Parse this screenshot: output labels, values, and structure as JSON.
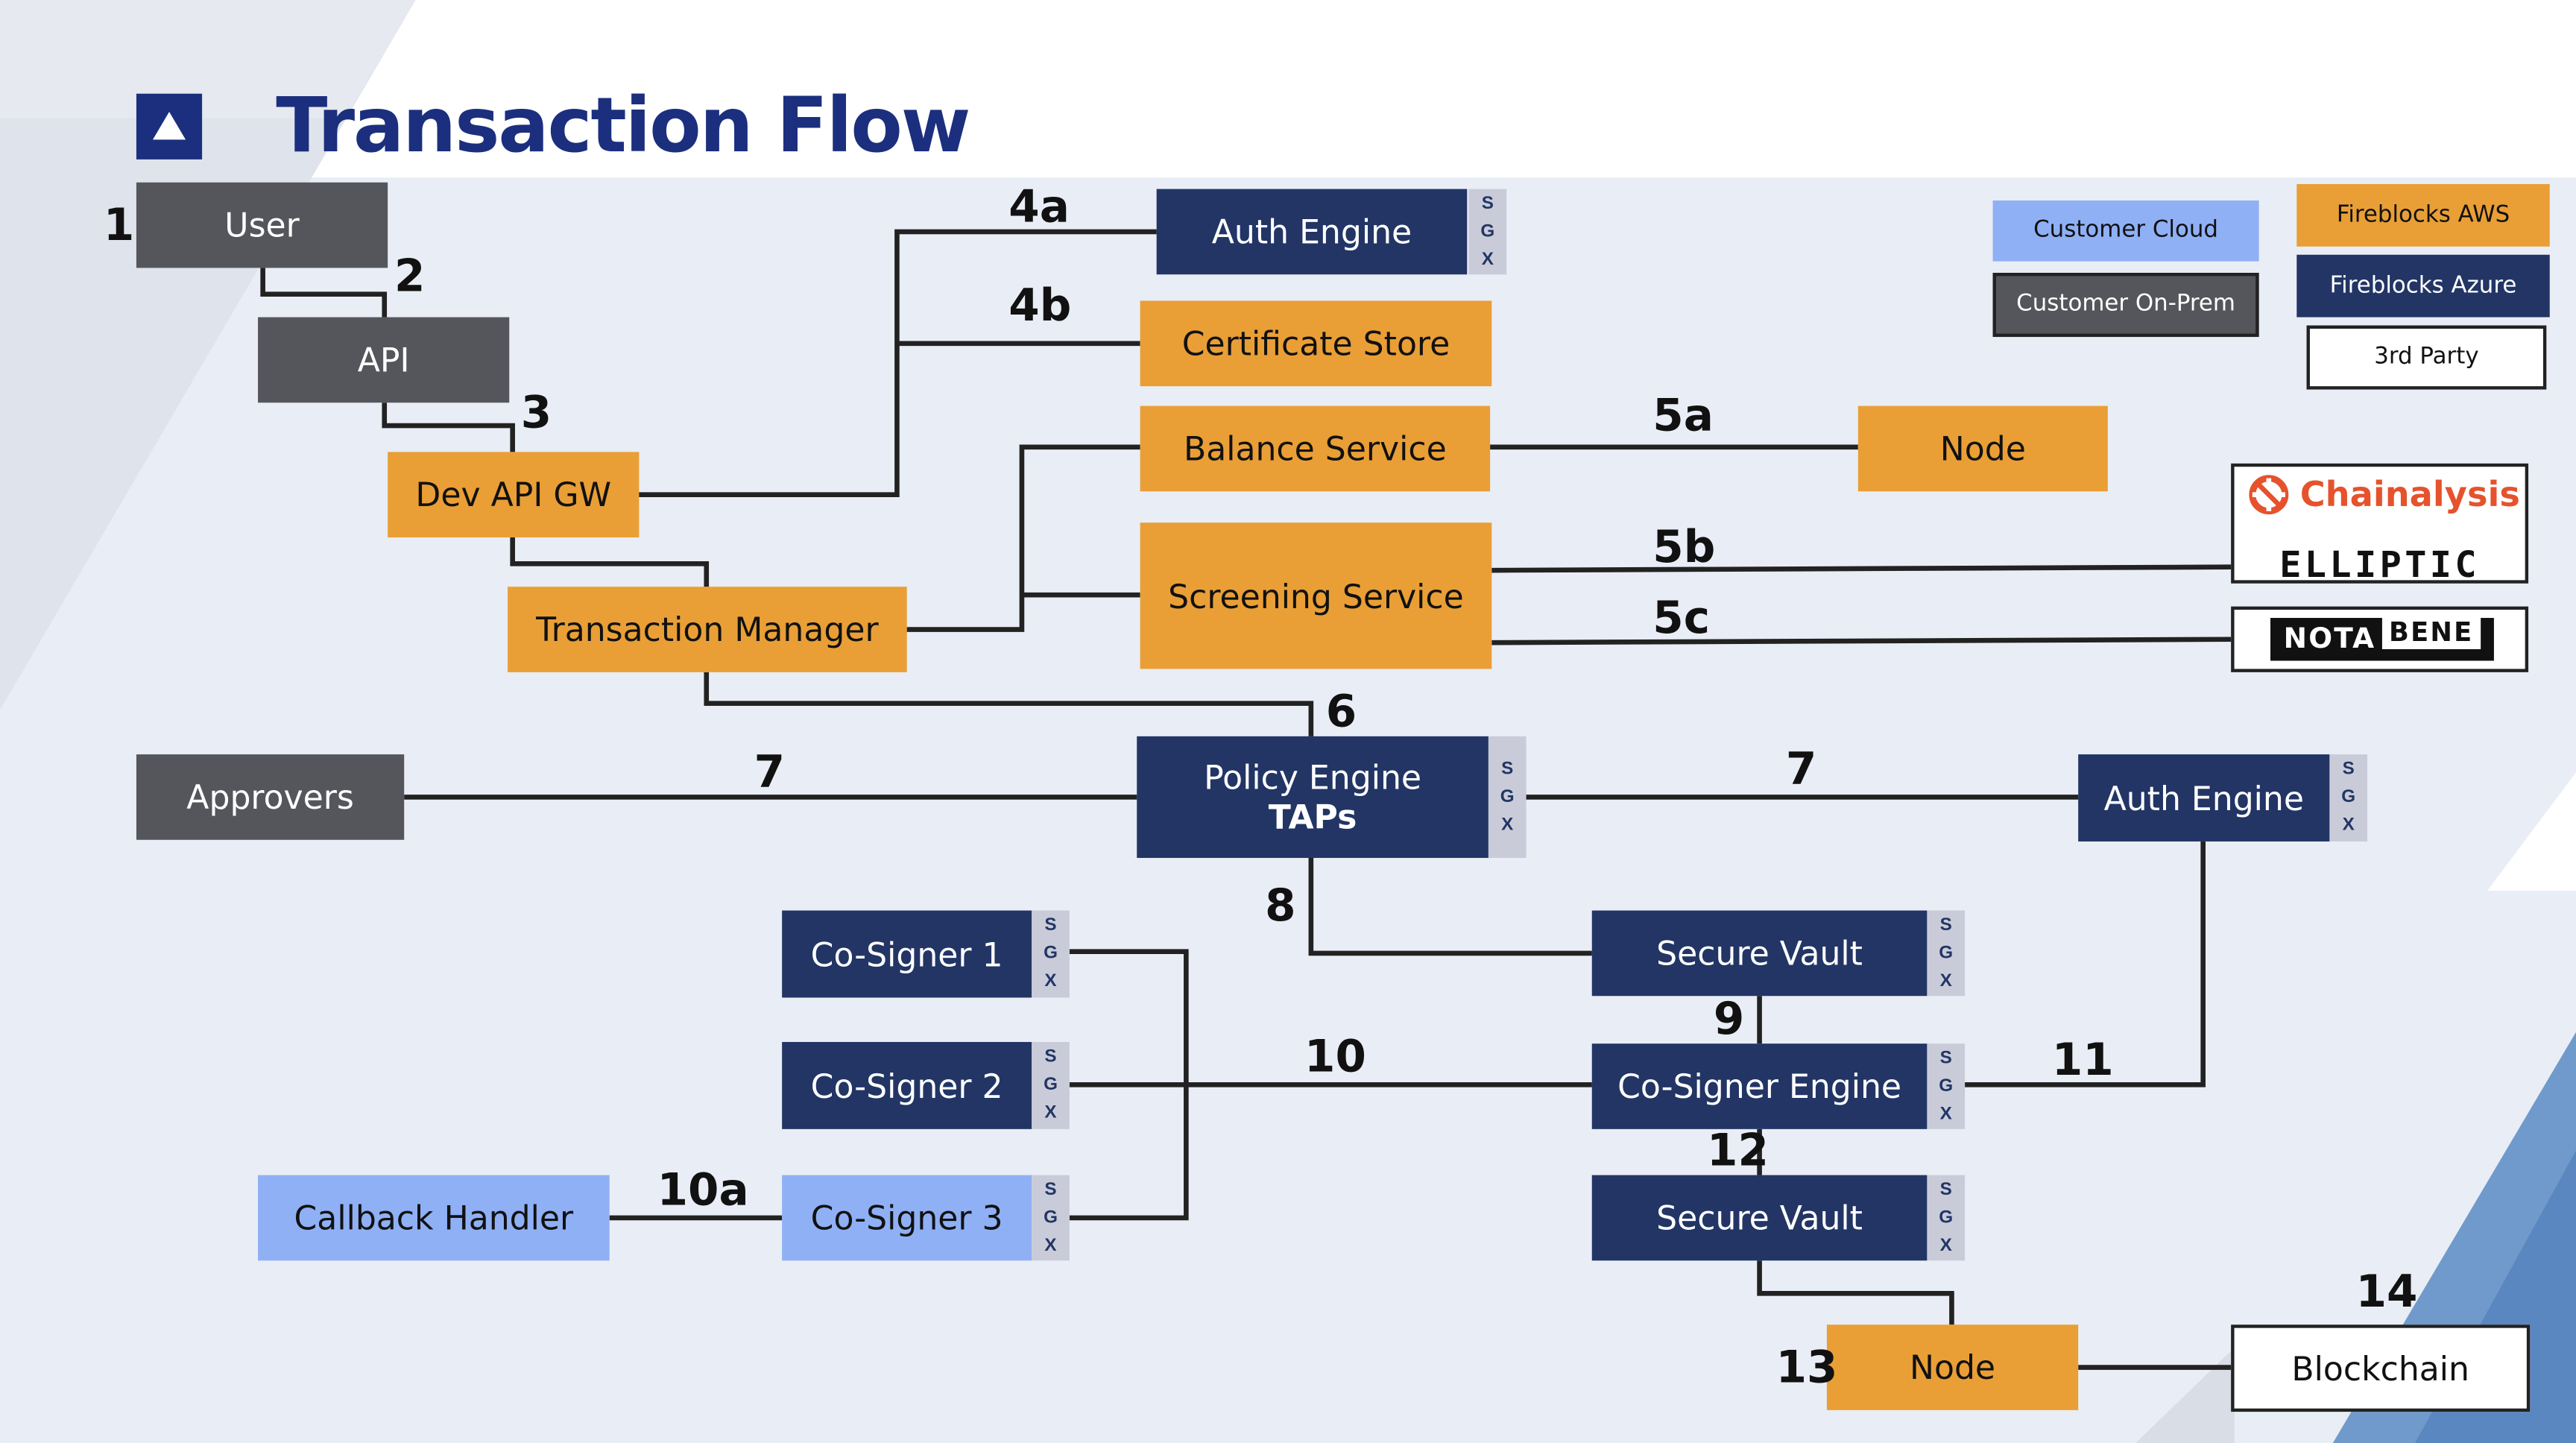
{
  "title": "Transaction Flow",
  "legend": {
    "customer_cloud": "Customer Cloud",
    "customer_onprem": "Customer On-Prem",
    "fireblocks_aws": "Fireblocks AWS",
    "fireblocks_azure": "Fireblocks Azure",
    "third_party": "3rd Party"
  },
  "nodes": {
    "user": "User",
    "api": "API",
    "dev_api_gw": "Dev API GW",
    "transaction_manager": "Transaction Manager",
    "auth_engine_top": "Auth Engine",
    "certificate_store": "Certificate Store",
    "balance_service": "Balance Service",
    "screening_service": "Screening Service",
    "node_top": "Node",
    "approvers": "Approvers",
    "policy_engine": "Policy Engine",
    "policy_engine_sub": "TAPs",
    "auth_engine_right": "Auth Engine",
    "co_signer_1": "Co-Signer 1",
    "co_signer_2": "Co-Signer 2",
    "co_signer_3": "Co-Signer 3",
    "callback_handler": "Callback Handler",
    "secure_vault_top": "Secure Vault",
    "co_signer_engine": "Co-Signer Engine",
    "secure_vault_bottom": "Secure Vault",
    "node_bottom": "Node",
    "blockchain": "Blockchain"
  },
  "sgx": {
    "s": "S",
    "g": "G",
    "x": "X"
  },
  "third_party_logos": {
    "chainalysis": "Chainalysis",
    "elliptic": "ELLIPTIC",
    "notabene_a": "NOTA",
    "notabene_b": "BENE"
  },
  "steps": {
    "s1": "1",
    "s2": "2",
    "s3": "3",
    "s4a": "4a",
    "s4b": "4b",
    "s5a": "5a",
    "s5b": "5b",
    "s5c": "5c",
    "s6": "6",
    "s7_left": "7",
    "s7_right": "7",
    "s8": "8",
    "s9": "9",
    "s10": "10",
    "s10a": "10a",
    "s11": "11",
    "s12": "12",
    "s13": "13",
    "s14": "14"
  },
  "colors": {
    "gray": "#54565b",
    "orange": "#e99f36",
    "navy": "#223565",
    "light_blue": "#8fb0f5",
    "title_blue": "#1b2f7e",
    "background": "#e9edf5",
    "wire": "#222222"
  }
}
